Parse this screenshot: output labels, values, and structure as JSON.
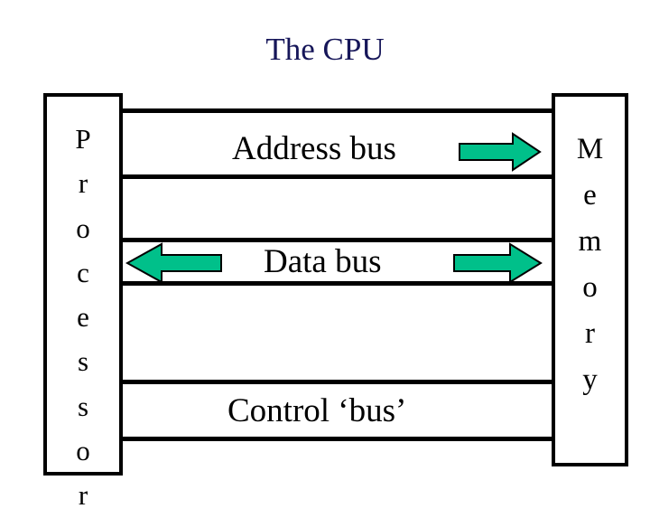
{
  "slide": {
    "title": "The CPU",
    "title_color": "#161659",
    "background_color": "#ffffff"
  },
  "colors": {
    "arrow_fill": "#00C08A",
    "arrow_stroke": "#000000",
    "line": "#000000",
    "text": "#000000",
    "title": "#161659"
  },
  "left_unit": {
    "name": "Processor",
    "letters": [
      "P",
      "r",
      "o",
      "c",
      "e",
      "s",
      "s",
      "o",
      "r"
    ]
  },
  "right_unit": {
    "name": "Memory",
    "letters": [
      "M",
      "e",
      "m",
      "o",
      "r",
      "y"
    ]
  },
  "buses": [
    {
      "id": "address",
      "label": "Address bus",
      "direction": "right",
      "arrows": [
        "right"
      ]
    },
    {
      "id": "data",
      "label": "Data bus",
      "direction": "bidirectional",
      "arrows": [
        "left",
        "right"
      ]
    },
    {
      "id": "control",
      "label": "Control ‘bus’",
      "direction": "none",
      "arrows": []
    }
  ],
  "bus_lines_y": [
    120,
    193,
    263,
    311,
    420,
    483
  ],
  "icons": {
    "arrow_right": "arrow-right-icon",
    "arrow_left": "arrow-left-icon"
  }
}
